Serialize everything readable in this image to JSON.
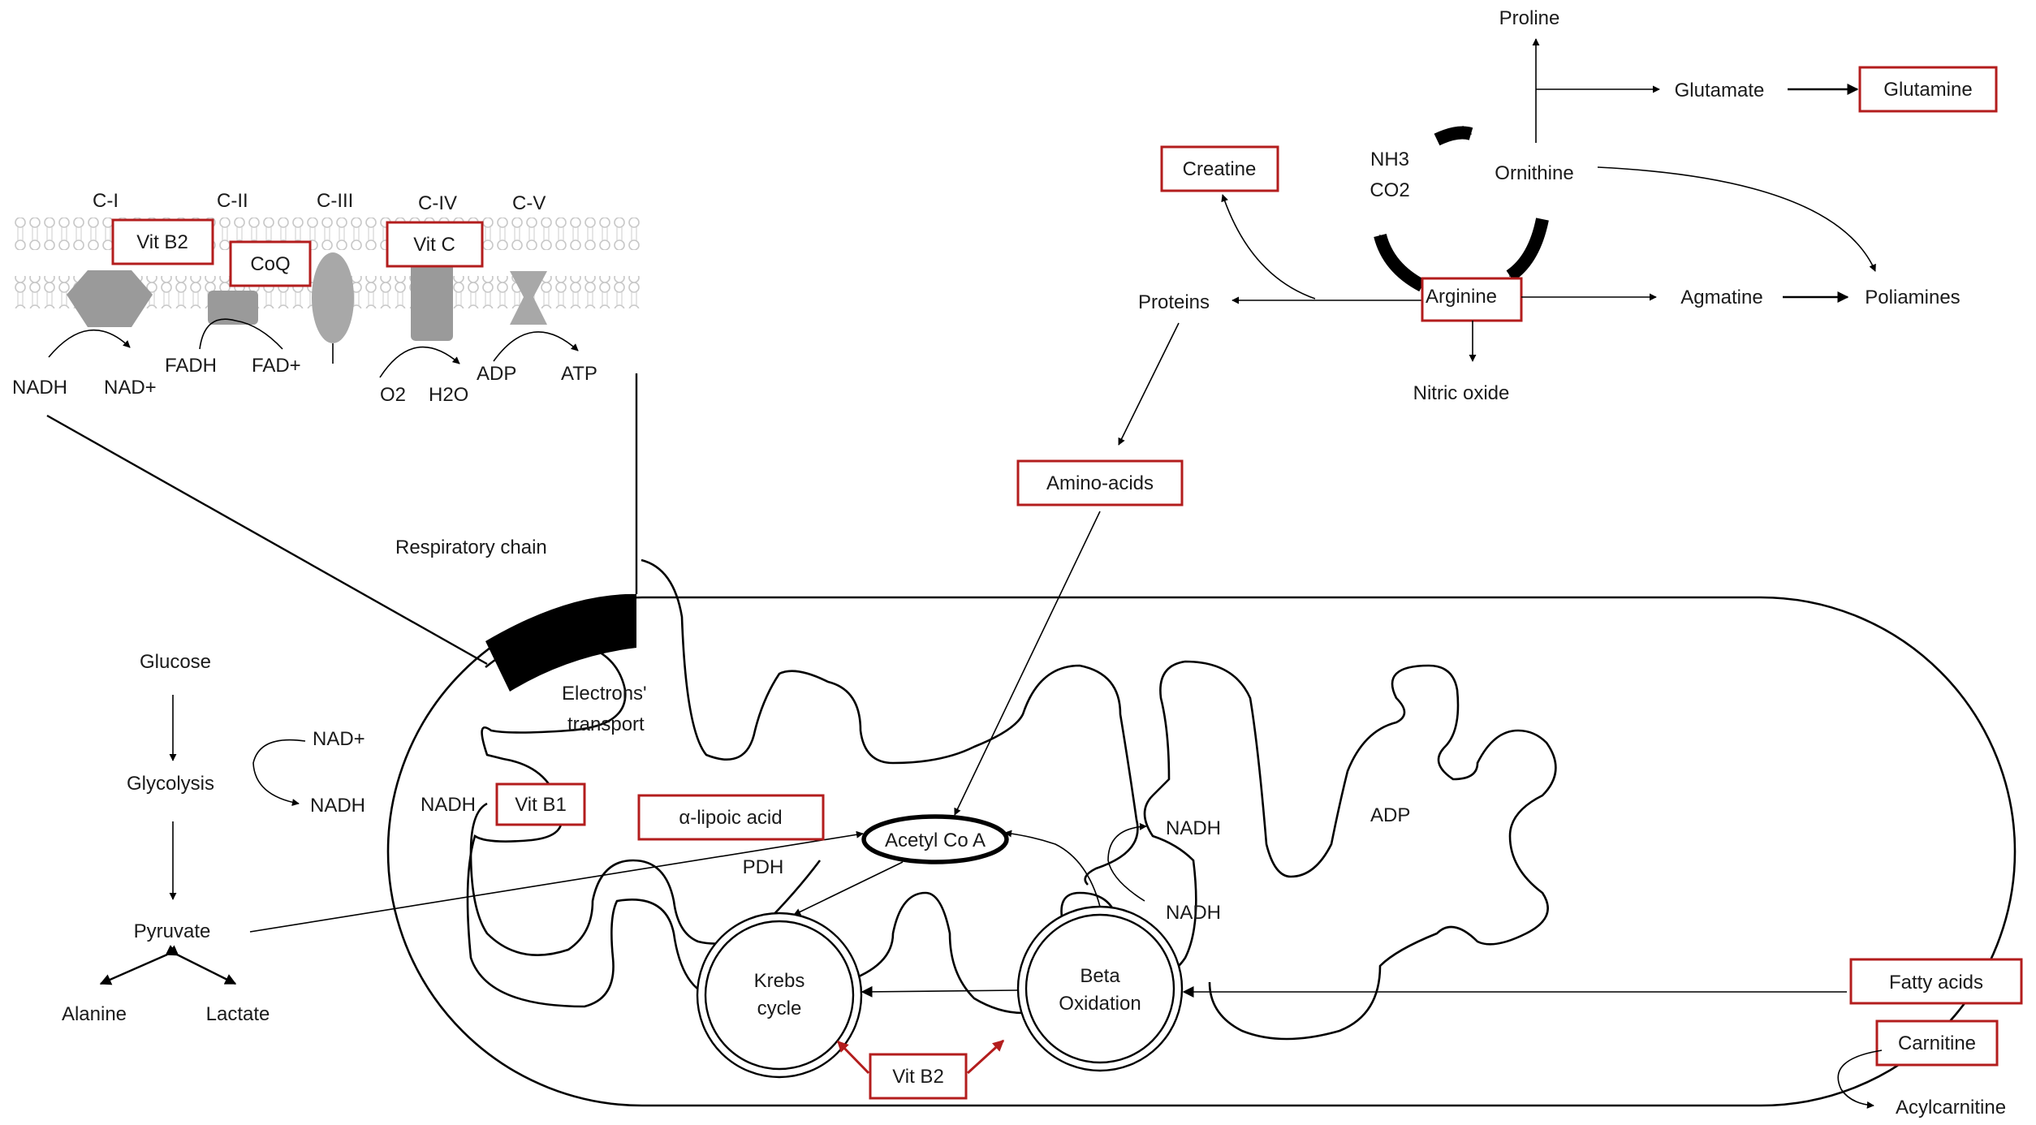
{
  "respiratory_chain": {
    "complexes": [
      "C-I",
      "C-II",
      "C-III",
      "C-IV",
      "C-V"
    ],
    "boxes": {
      "vit_b2": "Vit B2",
      "coq": "CoQ",
      "vit_c": "Vit C"
    },
    "labels": {
      "nadh": "NADH",
      "nad_plus": "NAD+",
      "fadh": "FADH",
      "fad_plus": "FAD+",
      "o2": "O2",
      "h2o": "H2O",
      "adp": "ADP",
      "atp": "ATP"
    },
    "title": "Respiratory chain"
  },
  "glycolysis": {
    "glucose": "Glucose",
    "glycolysis": "Glycolysis",
    "nad_plus": "NAD+",
    "nadh": "NADH",
    "pyruvate": "Pyruvate",
    "alanine": "Alanine",
    "lactate": "Lactate"
  },
  "mitochondrion": {
    "electrons_transport_line1": "Electrons'",
    "electrons_transport_line2": "transport",
    "nadh_left": "NADH",
    "vit_b1": "Vit B1",
    "alpha_lipoic_acid": "α-lipoic acid",
    "acetyl_coa": "Acetyl Co A",
    "pdh": "PDH",
    "krebs_line1": "Krebs",
    "krebs_line2": "cycle",
    "beta_line1": "Beta",
    "beta_line2": "Oxidation",
    "vit_b2": "Vit B2",
    "nadh_upper": "NADH",
    "nadh_lower": "NADH",
    "adp": "ADP"
  },
  "urea_cycle": {
    "proline": "Proline",
    "glutamate": "Glutamate",
    "glutamine": "Glutamine",
    "creatine": "Creatine",
    "nh3": "NH3",
    "co2": "CO2",
    "ornithine": "Ornithine",
    "proteins": "Proteins",
    "arginine": "Arginine",
    "agmatine": "Agmatine",
    "poliamines": "Poliamines",
    "nitric_oxide": "Nitric oxide",
    "amino_acids": "Amino-acids"
  },
  "fatty_acids": {
    "fatty_acids": "Fatty acids",
    "carnitine": "Carnitine",
    "acylcarnitine": "Acylcarnitine"
  },
  "colors": {
    "box_border": "#b31d1d",
    "line": "#000000",
    "membrane": "#cfcfcf",
    "protein": "#9a9a9a"
  }
}
